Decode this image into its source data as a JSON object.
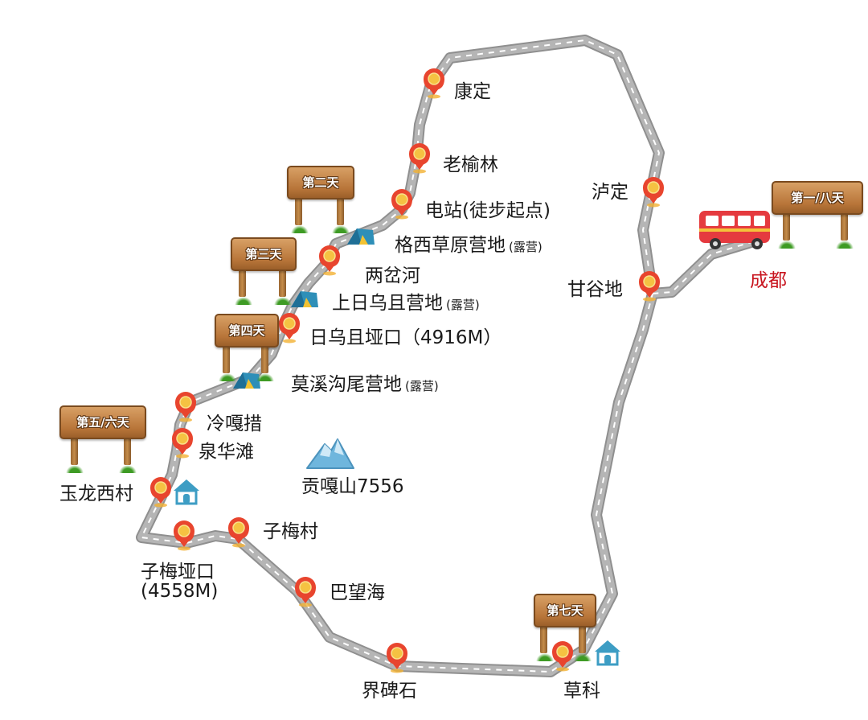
{
  "route_color": "#a8a8a8",
  "dash_color": "#ffffff",
  "pin_color": "#e8452e",
  "pin_center_color": "#f5c242",
  "tent_color": "#2e8fb8",
  "house_color": "#3d9dc4",
  "bus_color": "#e53a3f",
  "mountain_color": "#6fb6dd",
  "places": {
    "kangding": "康定",
    "laoyulin": "老榆林",
    "dianzhan": "电站(徒步起点)",
    "gexi": "格西草原营地",
    "gexi_note": "(露营)",
    "liangchahe": "两岔河",
    "shangriwu": "上日乌且营地",
    "shangriwu_note": "(露营)",
    "riwuqie_pass": "日乌且垭口（4916M）",
    "moxigou": "莫溪沟尾营地",
    "moxigou_note": "(露营)",
    "lenggacuo": "冷嘎措",
    "quanhuatan": "泉华滩",
    "yulongxi": "玉龙西村",
    "zimeicun": "子梅村",
    "zimei_pass": "子梅垭口",
    "zimei_pass_alt": "(4558M)",
    "bawanghai": "巴望海",
    "jiebeishi": "界碑石",
    "caoke": "草科",
    "luding": "泸定",
    "ganggudi": "甘谷地",
    "chengdu": "成都",
    "gongga": "贡嘎山7556"
  },
  "signs": {
    "day1_8": "第一/八天",
    "day2": "第二天",
    "day3": "第三天",
    "day4": "第四天",
    "day5_6": "第五/六天",
    "day7": "第七天"
  }
}
